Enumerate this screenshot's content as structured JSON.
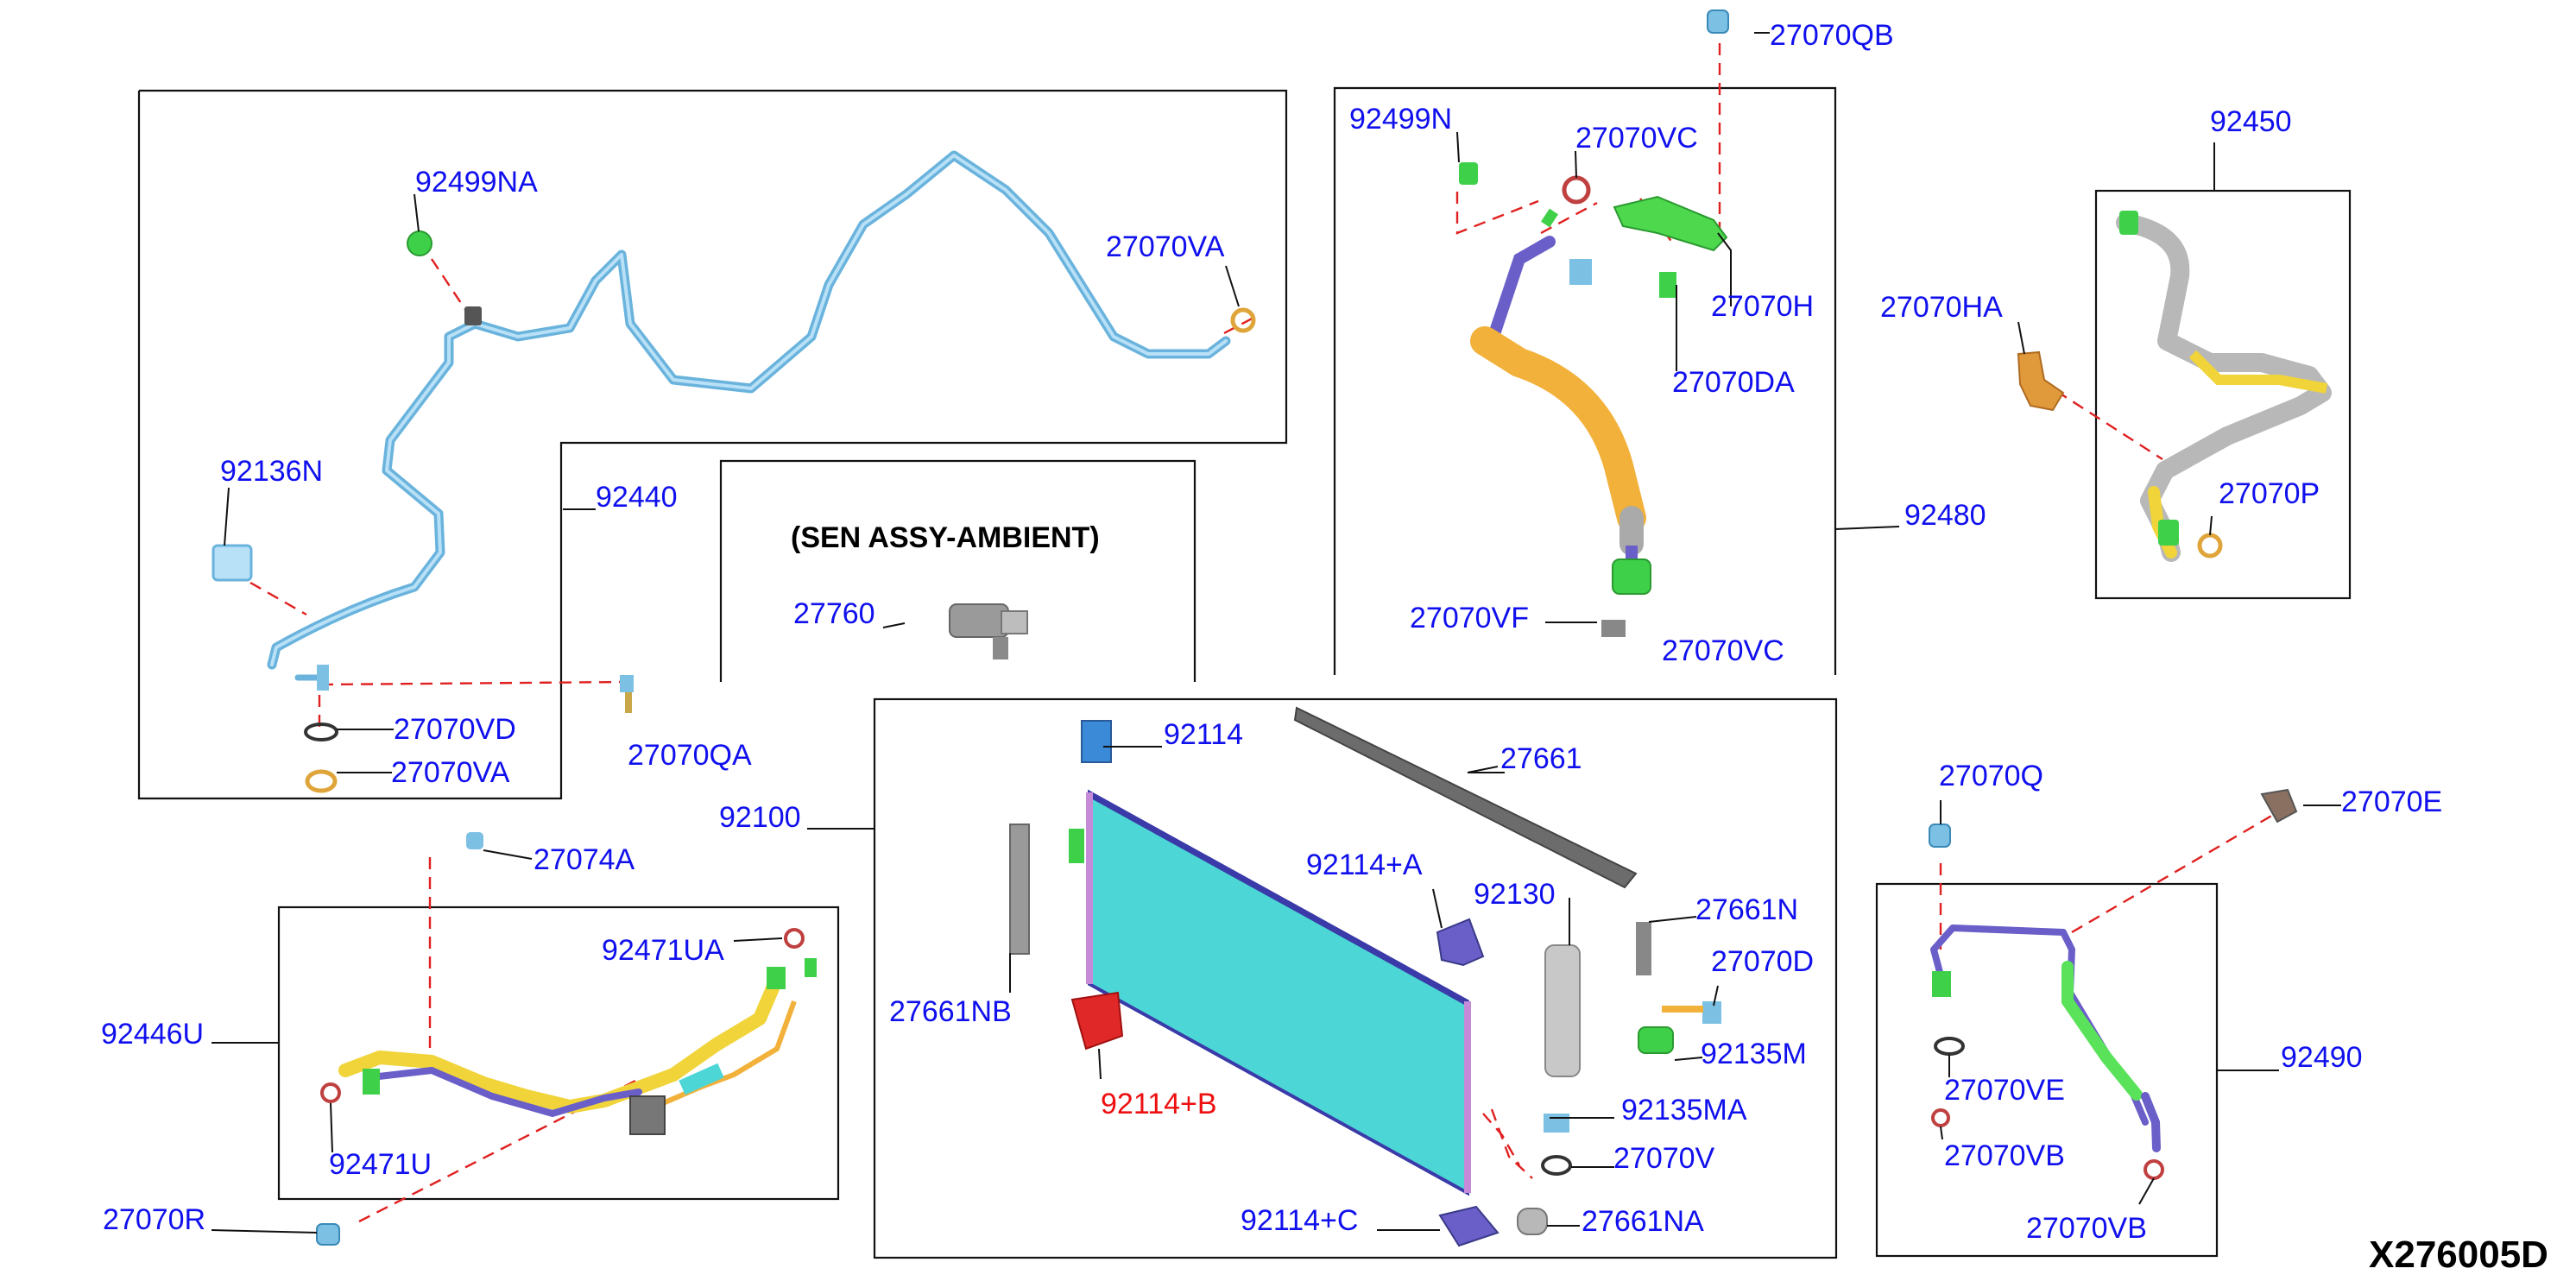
{
  "diagram_code": "X276005D",
  "sensor_group_title": "(SEN ASSY-AMBIENT)",
  "labels": {
    "p27070QB": "27070QB",
    "p92499NA": "92499NA",
    "p27070VA_top": "27070VA",
    "p92136N": "92136N",
    "p92440": "92440",
    "p27070VD": "27070VD",
    "p27070VA_bottom": "27070VA",
    "p27070QA": "27070QA",
    "p27760": "27760",
    "p92499N": "92499N",
    "p27070VC": "27070VC",
    "p27070H": "27070H",
    "p27070DA": "27070DA",
    "p92480": "92480",
    "p27070VF": "27070VF",
    "p27070VC_bottom": "27070VC",
    "p92450": "92450",
    "p27070HA": "27070HA",
    "p27070P": "27070P",
    "p92114": "92114",
    "p27661": "27661",
    "p92100": "92100",
    "p92114A": "92114+A",
    "p92130": "92130",
    "p27661N": "27661N",
    "p27070D": "27070D",
    "p27661NB": "27661NB",
    "p92135M": "92135M",
    "p92114B": "92114+B",
    "p92135MA": "92135MA",
    "p27070V": "27070V",
    "p92114C": "92114+C",
    "p27661NA": "27661NA",
    "p27070Q": "27070Q",
    "p27070E": "27070E",
    "p27070VE": "27070VE",
    "p27070VB_1": "27070VB",
    "p27070VB_2": "27070VB",
    "p92490": "92490",
    "p27074A": "27074A",
    "p92471UA": "92471UA",
    "p92446U": "92446U",
    "p92471U": "92471U",
    "p27070R": "27070R"
  },
  "colors": {
    "label_blue": "#1010ee",
    "label_red": "#ee1010",
    "leader_dash": "#e02020",
    "pipe_blue": "#69b3dd",
    "condenser_core": "#4dd6d6",
    "hose_yellow": "#f0d43a",
    "hose_orange": "#f2b13a",
    "part_green": "#3fd04a",
    "part_purple": "#6a5ec8",
    "part_red": "#e02828"
  }
}
